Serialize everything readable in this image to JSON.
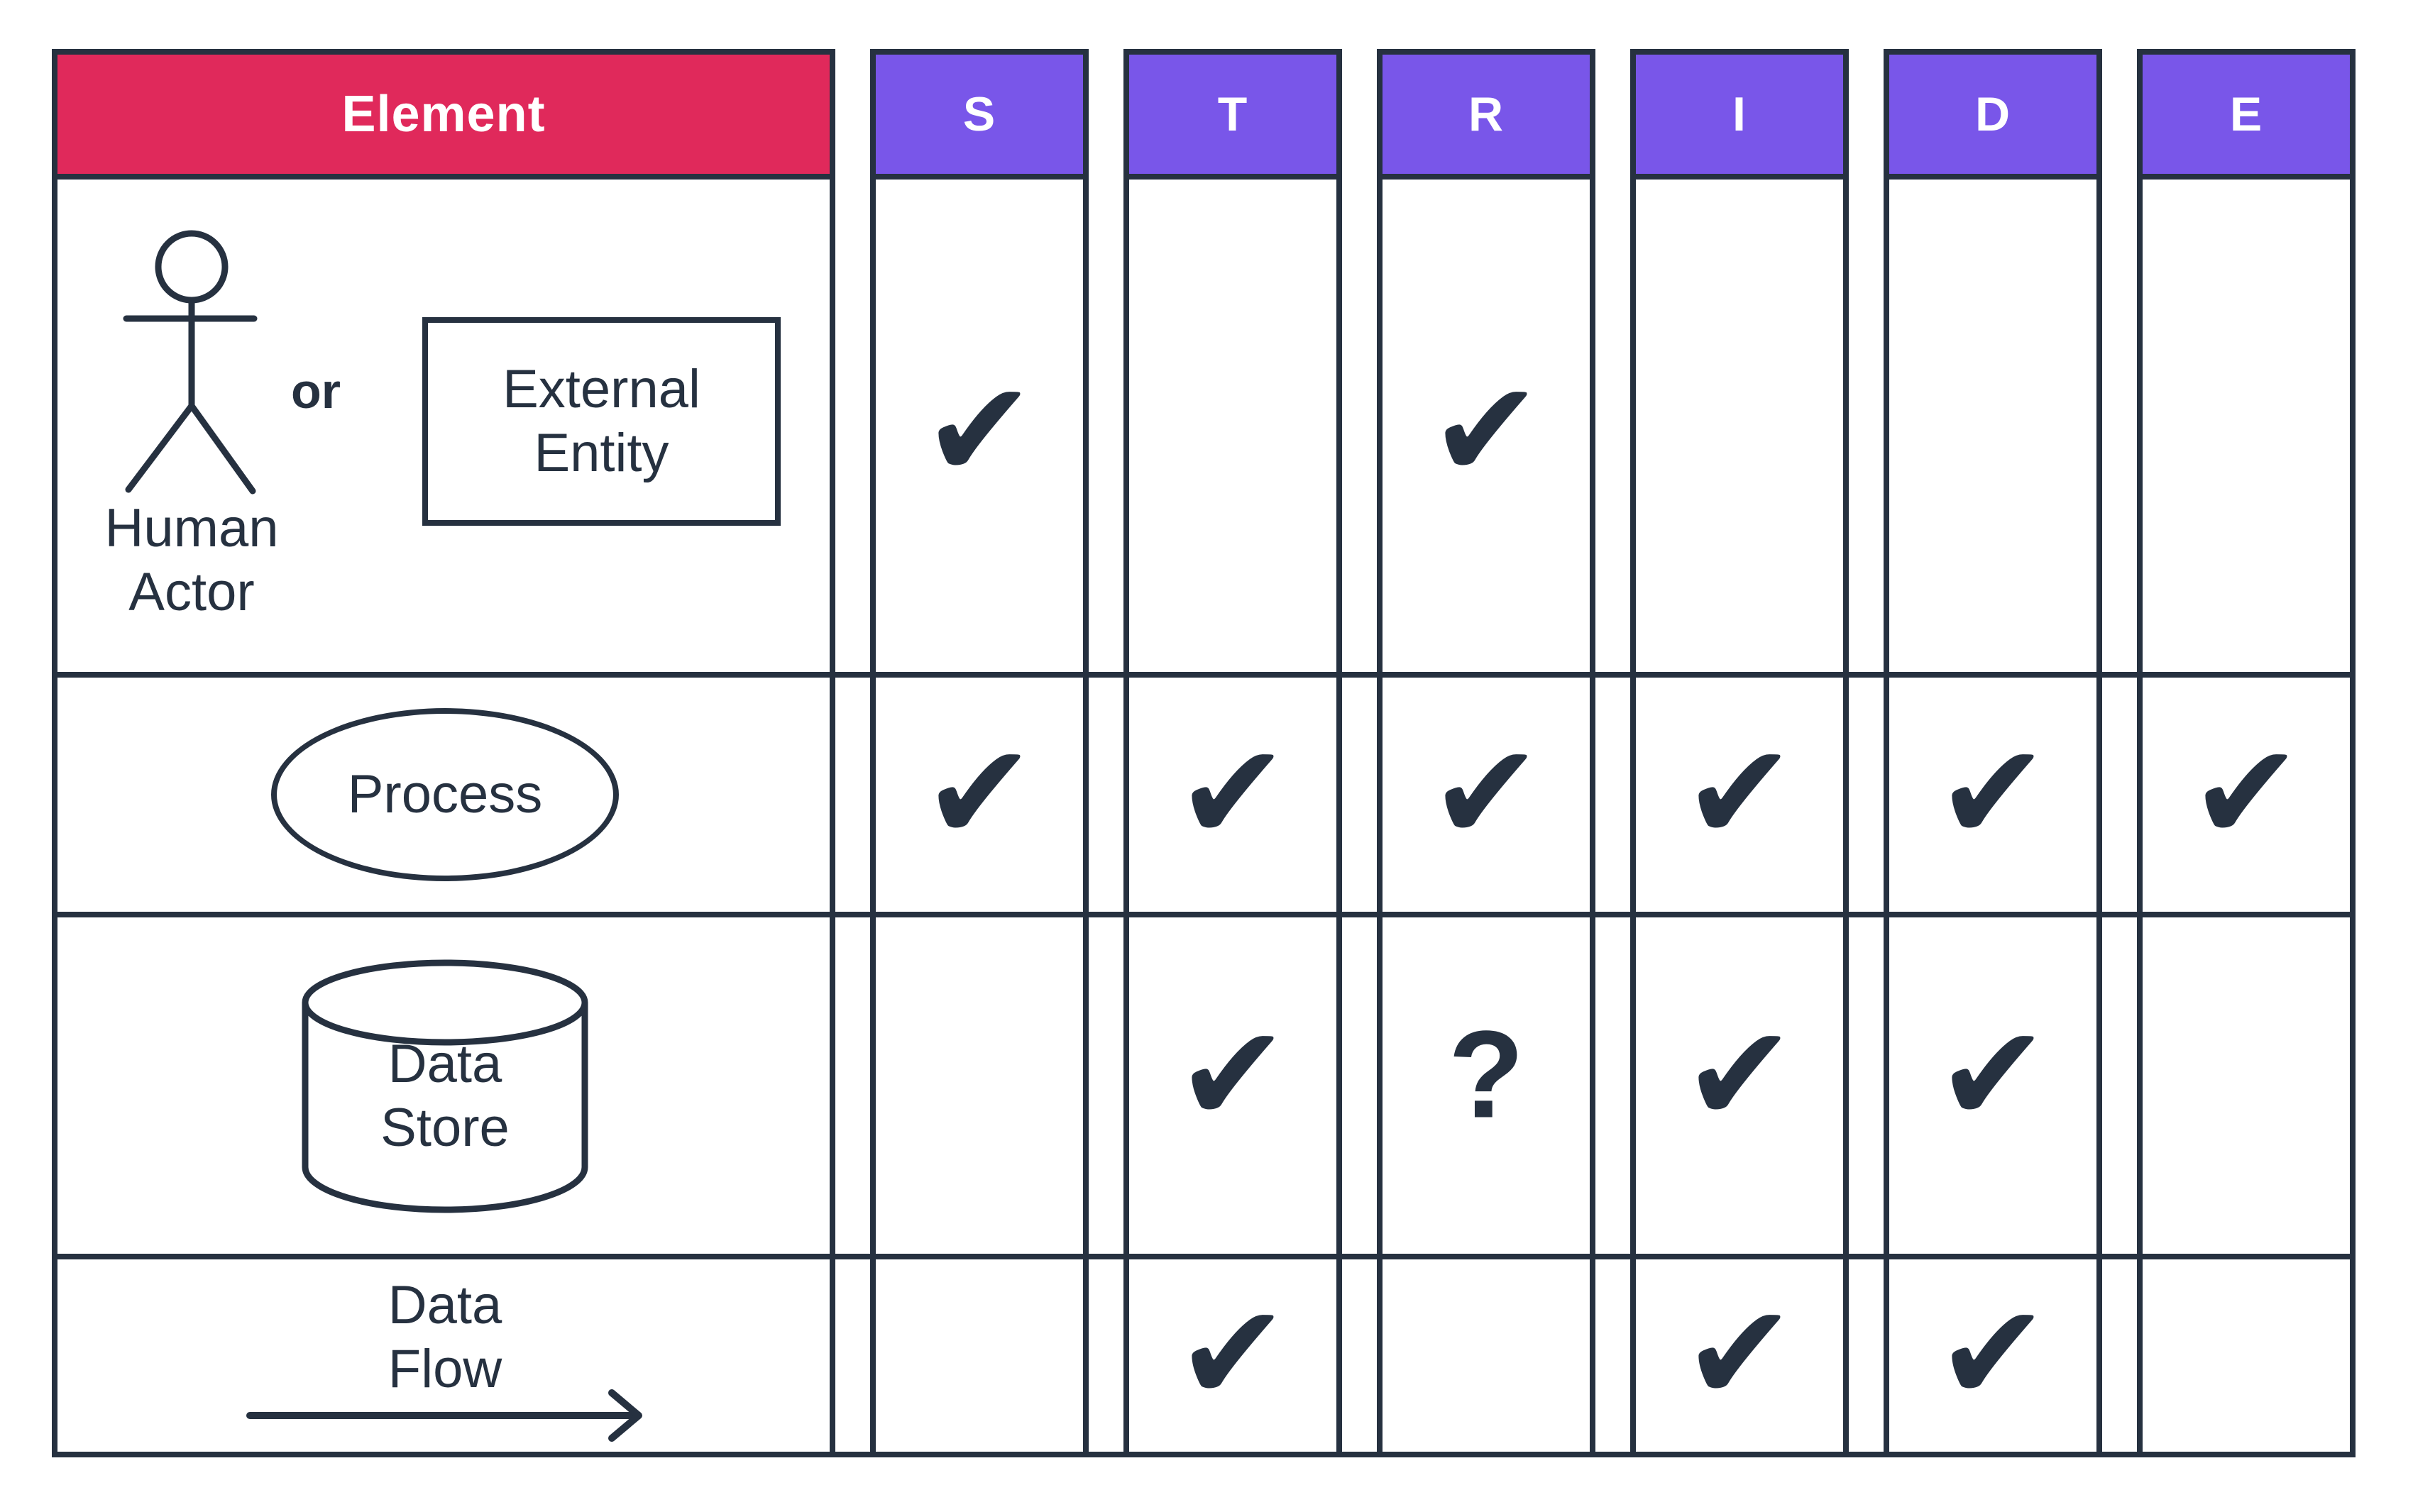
{
  "title": "STRIDE per element matrix",
  "colors": {
    "header_element_bg": "#E0295B",
    "header_threat_bg": "#7956E9",
    "line_and_text": "#263140",
    "background": "#ffffff"
  },
  "header": {
    "element_label": "Element",
    "threat_columns": [
      "S",
      "T",
      "R",
      "I",
      "D",
      "E"
    ]
  },
  "rows": [
    {
      "name": "human-actor-or-external-entity",
      "human_actor_label": "Human\nActor",
      "or_label": "or",
      "external_entity_label": "External\nEntity"
    },
    {
      "name": "process",
      "label": "Process"
    },
    {
      "name": "data-store",
      "label": "Data\nStore"
    },
    {
      "name": "data-flow",
      "label": "Data\nFlow"
    }
  ],
  "symbols": {
    "check": "✔",
    "question": "?"
  },
  "marks": {
    "S": [
      "✔",
      "✔",
      "",
      ""
    ],
    "T": [
      "",
      "✔",
      "✔",
      "✔"
    ],
    "R": [
      "✔",
      "✔",
      "?",
      ""
    ],
    "I": [
      "",
      "✔",
      "✔",
      "✔"
    ],
    "D": [
      "",
      "✔",
      "✔",
      "✔"
    ],
    "E": [
      "",
      "✔",
      "",
      ""
    ]
  }
}
